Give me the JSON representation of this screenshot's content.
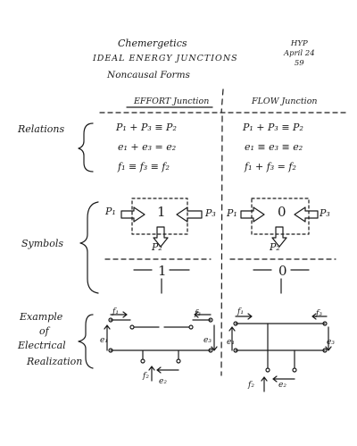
{
  "header": {
    "title": "Chemergetics",
    "subtitle": "IDEAL ENERGY JUNCTIONS",
    "subtitle2": "Noncausal Forms",
    "author": "HYP",
    "date": "April 24",
    "year": "59"
  },
  "columns": {
    "effort": "EFFORT Junction",
    "flow": "FLOW Junction"
  },
  "rows": {
    "relations": "Relations",
    "symbols": "Symbols",
    "example": [
      "Example",
      "of",
      "Electrical",
      "Realization"
    ]
  },
  "relations": {
    "effort": [
      "P₁ + P₃ ≡ P₂",
      "e₁ + e₃ = e₂",
      "f₁ ≡ f₃ ≡ f₂"
    ],
    "flow": [
      "P₁ + P₃ ≡ P₂",
      "e₁ ≡ e₃ ≡ e₂",
      "f₁ + f₃ = f₂"
    ]
  },
  "symbols": {
    "effort": {
      "node": "1",
      "p1": "P₁",
      "p2": "P₂",
      "p3": "P₃",
      "small_node": "1"
    },
    "flow": {
      "node": "0",
      "p1": "P₁",
      "p2": "P₂",
      "p3": "P₃",
      "small_node": "0"
    }
  },
  "circuit": {
    "effort": {
      "f1": "f₁",
      "f3": "f₃",
      "e1": "e₁",
      "e3": "e₃",
      "f2": "f₂",
      "e2": "e₂"
    },
    "flow": {
      "f1": "f₁",
      "f3": "f₃",
      "e1": "e₁",
      "e3": "e₃",
      "f2": "f₂",
      "e2": "e₂"
    }
  }
}
